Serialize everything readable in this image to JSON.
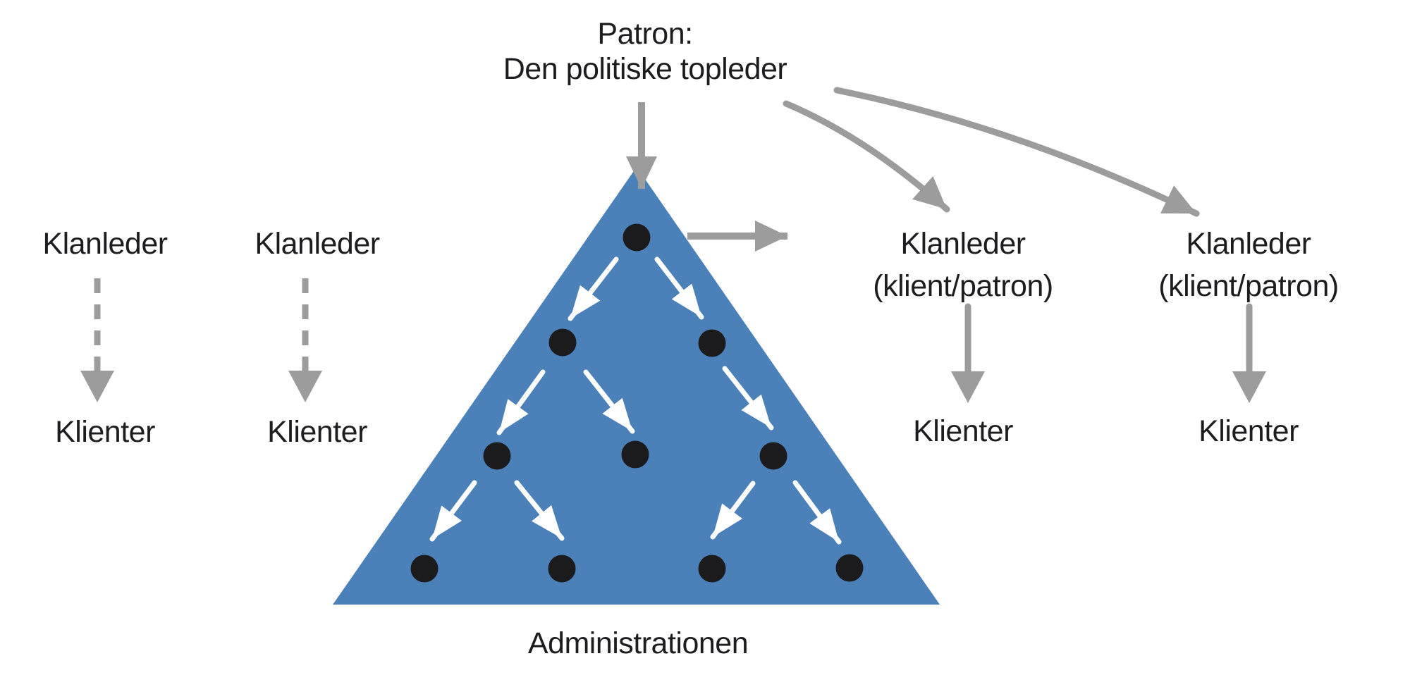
{
  "colors": {
    "background": "#ffffff",
    "triangle_fill": "#4b80b8",
    "dot_fill": "#1b1b1d",
    "gray_arrow": "#9c9c9c",
    "white_arrow": "#ffffff",
    "text": "#1d1d1f"
  },
  "patron": {
    "title_line1": "Patron:",
    "title_line2": "Den politiske topleder"
  },
  "administration": {
    "label": "Administrationen",
    "dots_per_level": [
      1,
      2,
      3,
      4
    ]
  },
  "left_clans": [
    {
      "leader": "Klanleder",
      "clients": "Klienter"
    },
    {
      "leader": "Klanleder",
      "clients": "Klienter"
    }
  ],
  "right_clans": [
    {
      "leader": "Klanleder",
      "role": "(klient/patron)",
      "clients": "Klienter"
    },
    {
      "leader": "Klanleder",
      "role": "(klient/patron)",
      "clients": "Klienter"
    }
  ]
}
